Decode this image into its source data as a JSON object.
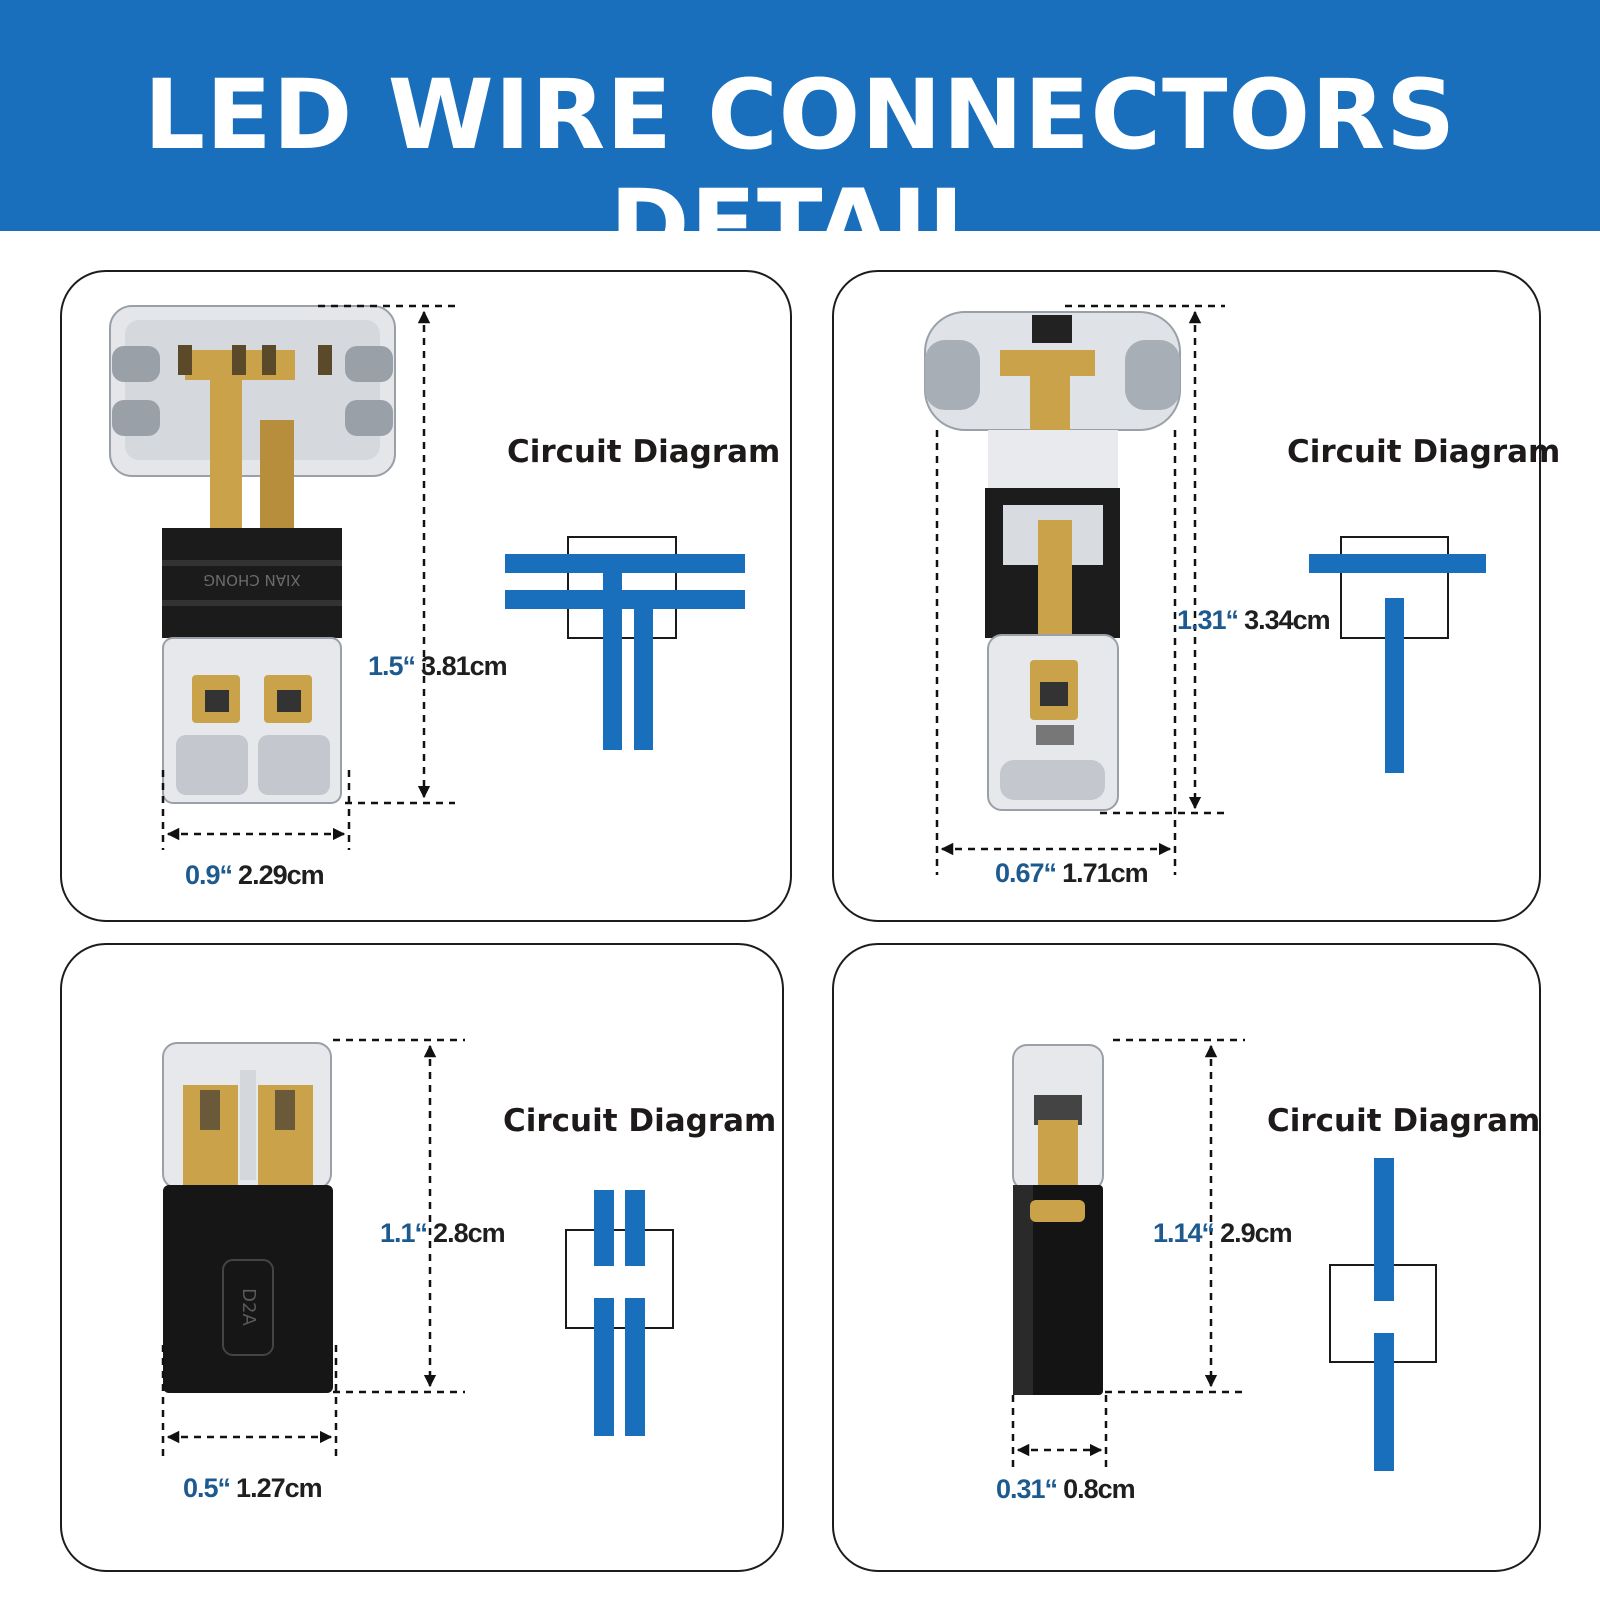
{
  "banner": {
    "title": "LED WIRE CONNECTORS DETAIL"
  },
  "panels": [
    {
      "circuit_label": "Circuit Diagram",
      "height": {
        "in": "1.5“",
        "cm": "3.81cm"
      },
      "width": {
        "in": "0.9“",
        "cm": "2.29cm"
      },
      "marking": "XIAN CHONG"
    },
    {
      "circuit_label": "Circuit Diagram",
      "height": {
        "in": "1.31“",
        "cm": "3.34cm"
      },
      "width": {
        "in": "0.67“",
        "cm": "1.71cm"
      }
    },
    {
      "circuit_label": "Circuit Diagram",
      "height": {
        "in": "1.1“",
        "cm": "2.8cm"
      },
      "width": {
        "in": "0.5“",
        "cm": "1.27cm"
      },
      "marking": "D2A"
    },
    {
      "circuit_label": "Circuit Diagram",
      "height": {
        "in": "1.14“",
        "cm": "2.9cm"
      },
      "width": {
        "in": "0.31“",
        "cm": "0.8cm"
      }
    }
  ],
  "colors": {
    "banner": "#1a6fbd",
    "wire": "#1a6fbd",
    "inch_text": "#1d5a8f",
    "copper": "#c9a24a",
    "housing": "#1a1a1a"
  }
}
